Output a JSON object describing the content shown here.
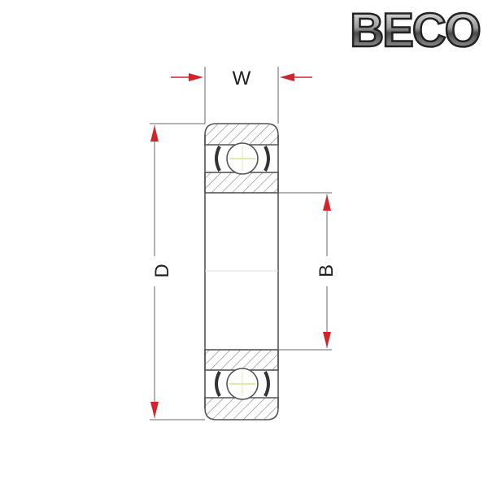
{
  "logo": {
    "text": "BECO"
  },
  "dimensions": {
    "width_label": "W",
    "outer_diameter_label": "D",
    "bore_label": "B"
  },
  "colors": {
    "arrow": "#d4242a",
    "outline": "#555555",
    "hatch": "#8a8a8a",
    "ball_center": "#c8e07a"
  }
}
